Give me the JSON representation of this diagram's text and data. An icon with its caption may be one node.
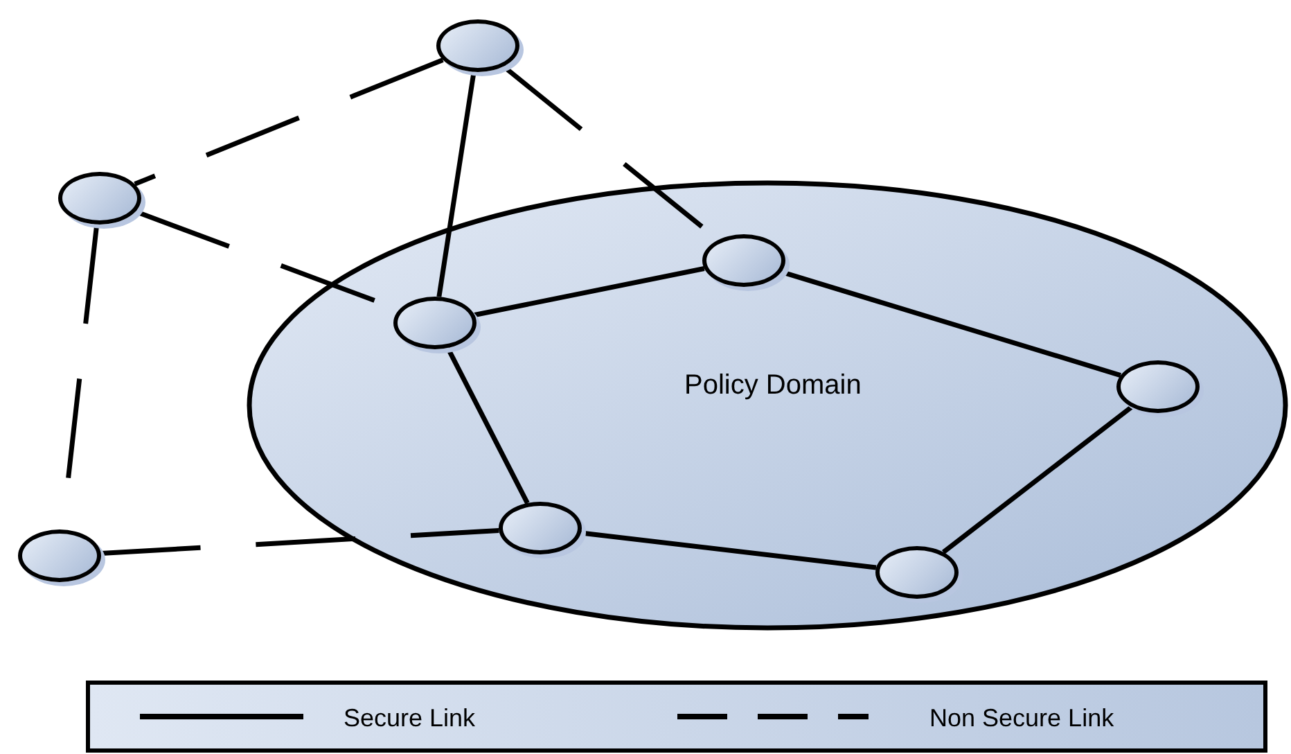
{
  "diagram": {
    "nodes": [
      {
        "text": [
          "Policy Domain"
        ]
      },
      {
        "text": [],
        "shape": "circle"
      },
      {
        "text": [],
        "shape": "circle"
      },
      {
        "text": [],
        "shape": "circle",
        "in": 0
      },
      {
        "text": [],
        "shape": "circle",
        "in": 0
      },
      {
        "text": [],
        "shape": "circle",
        "in": 0
      },
      {
        "text": [],
        "shape": "circle",
        "in": 0
      },
      {
        "text": [],
        "shape": "circle",
        "in": 0
      },
      {
        "text": [],
        "shape": "circle"
      }
    ],
    "edges": [
      {
        "from": 1,
        "to": 2,
        "arrow": "none",
        "style": "dashed"
      },
      {
        "from": 1,
        "to": 3,
        "arrow": "none"
      },
      {
        "from": 1,
        "to": 4,
        "arrow": "none",
        "style": "dashed"
      },
      {
        "from": 2,
        "to": 3,
        "arrow": "none",
        "style": "dashed"
      },
      {
        "from": 2,
        "to": 8,
        "arrow": "none",
        "style": "dashed"
      },
      {
        "from": 8,
        "to": 6,
        "arrow": "none",
        "style": "dashed"
      },
      {
        "from": 3,
        "to": 4,
        "arrow": "none"
      },
      {
        "from": 4,
        "to": 5,
        "arrow": "none"
      },
      {
        "from": 5,
        "to": 7,
        "arrow": "none"
      },
      {
        "from": 7,
        "to": 6,
        "arrow": "none"
      },
      {
        "from": 6,
        "to": 3,
        "arrow": "none"
      }
    ],
    "legend": [
      {
        "text": "Secure Link"
      },
      {
        "text": "Non Secure Link"
      }
    ]
  }
}
